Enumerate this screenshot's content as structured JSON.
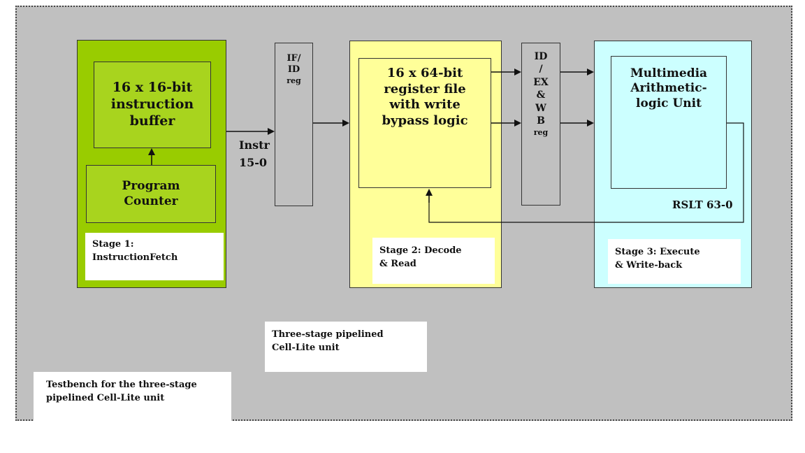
{
  "stage1": {
    "buffer": "16 x 16-bit instruction buffer",
    "pc": "Program Counter",
    "caption_line1": "Stage 1:",
    "caption_line2": "InstructionFetch"
  },
  "ifid": {
    "l1": "IF/",
    "l2": "ID",
    "l3": "reg"
  },
  "instr": {
    "l1": "Instr",
    "l2": "15-0"
  },
  "stage2": {
    "regfile": "16 x 64-bit register file with write bypass logic",
    "caption_line1": "Stage 2: Decode",
    "caption_line2": "& Read"
  },
  "idex": {
    "l1": "ID",
    "l2": "/",
    "l3": "EX",
    "l4": "&",
    "l5": "W",
    "l6": "B",
    "l7": "reg"
  },
  "stage3": {
    "alu": "Multimedia Arithmetic-logic Unit",
    "rslt": "RSLT 63-0",
    "caption_line1": "Stage 3: Execute",
    "caption_line2": "& Write-back"
  },
  "unit_caption": {
    "l1": "Three-stage pipelined",
    "l2": "Cell-Lite unit"
  },
  "testbench_caption": {
    "l1": "Testbench for the three-stage",
    "l2": "pipelined Cell-Lite unit"
  },
  "colors": {
    "stage1_outer": "#99cc00",
    "stage1_inner": "#a8d41e",
    "stage2_fill": "#ffff99",
    "stage3_fill": "#ccffff",
    "frame_fill": "#c0c0c0",
    "reg_fill": "#c0c0c0"
  }
}
